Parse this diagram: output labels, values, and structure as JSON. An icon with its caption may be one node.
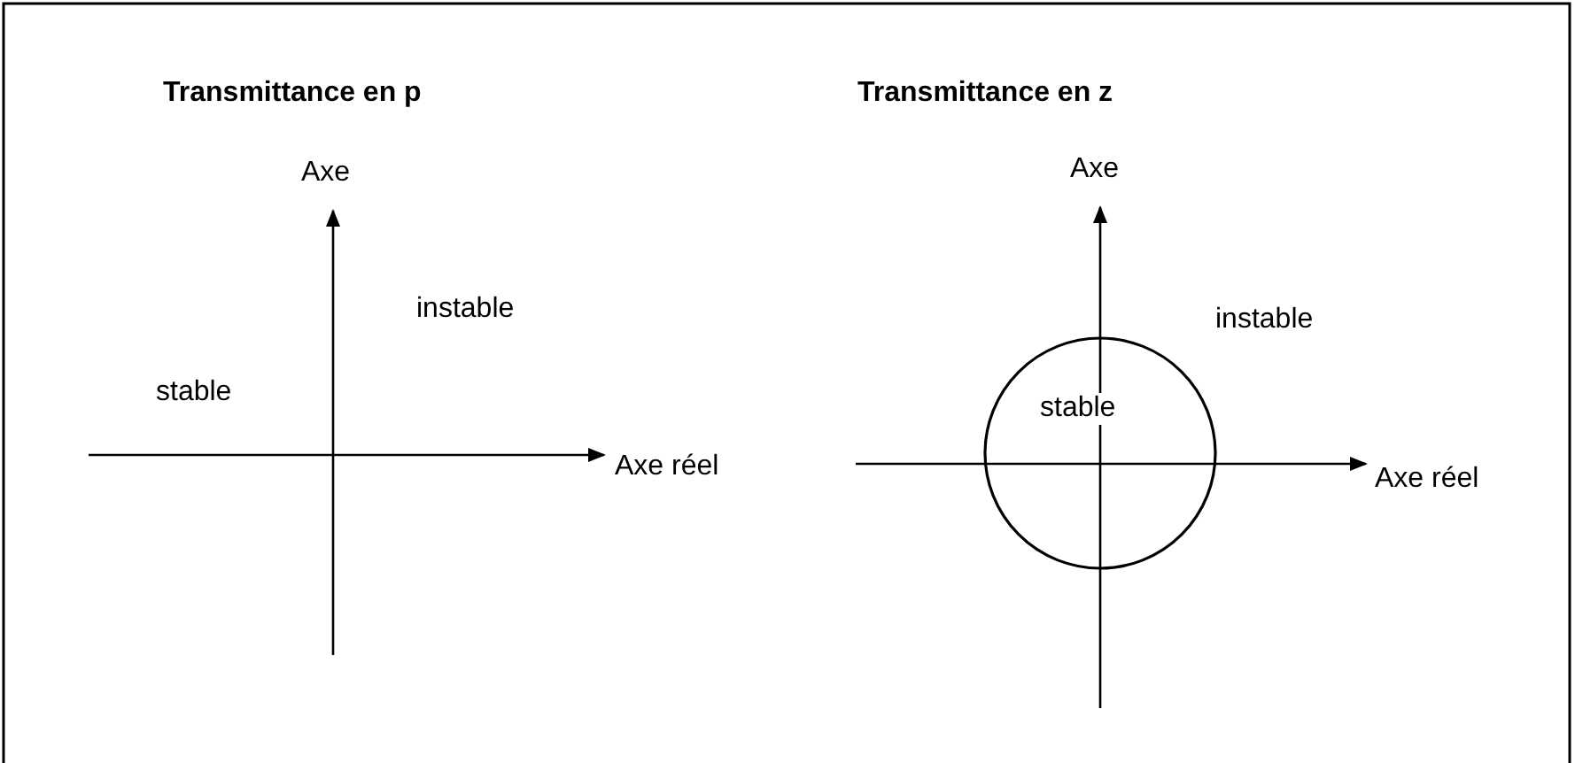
{
  "diagram": {
    "nodes": [
      {
        "text": [
          "stable"
        ]
      }
    ],
    "edges": [],
    "labels": [
      "Transmittance en p",
      "Axe",
      "instable",
      "stable",
      "Axe réel",
      "Transmittance en z",
      "Axe",
      "instable",
      "Axe réel"
    ]
  }
}
